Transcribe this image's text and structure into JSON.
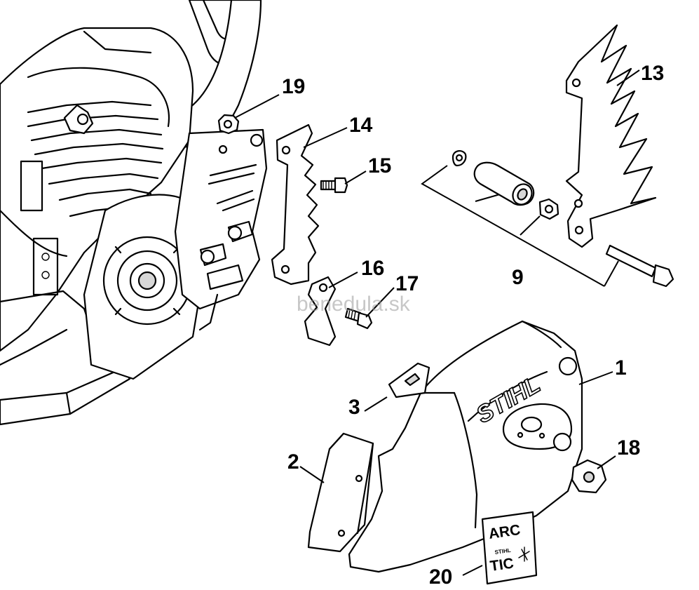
{
  "callouts": [
    {
      "id": "1",
      "label": "1"
    },
    {
      "id": "2",
      "label": "2"
    },
    {
      "id": "3",
      "label": "3"
    },
    {
      "id": "9",
      "label": "9"
    },
    {
      "id": "13",
      "label": "13"
    },
    {
      "id": "14",
      "label": "14"
    },
    {
      "id": "15",
      "label": "15"
    },
    {
      "id": "16",
      "label": "16"
    },
    {
      "id": "17",
      "label": "17"
    },
    {
      "id": "18",
      "label": "18"
    },
    {
      "id": "19",
      "label": "19"
    },
    {
      "id": "20",
      "label": "20"
    }
  ],
  "watermark": "benedula.sk",
  "cover_logo": "STIHL",
  "sticker": {
    "line1": "ARC",
    "line2": "TIC",
    "small": "STIHL"
  }
}
